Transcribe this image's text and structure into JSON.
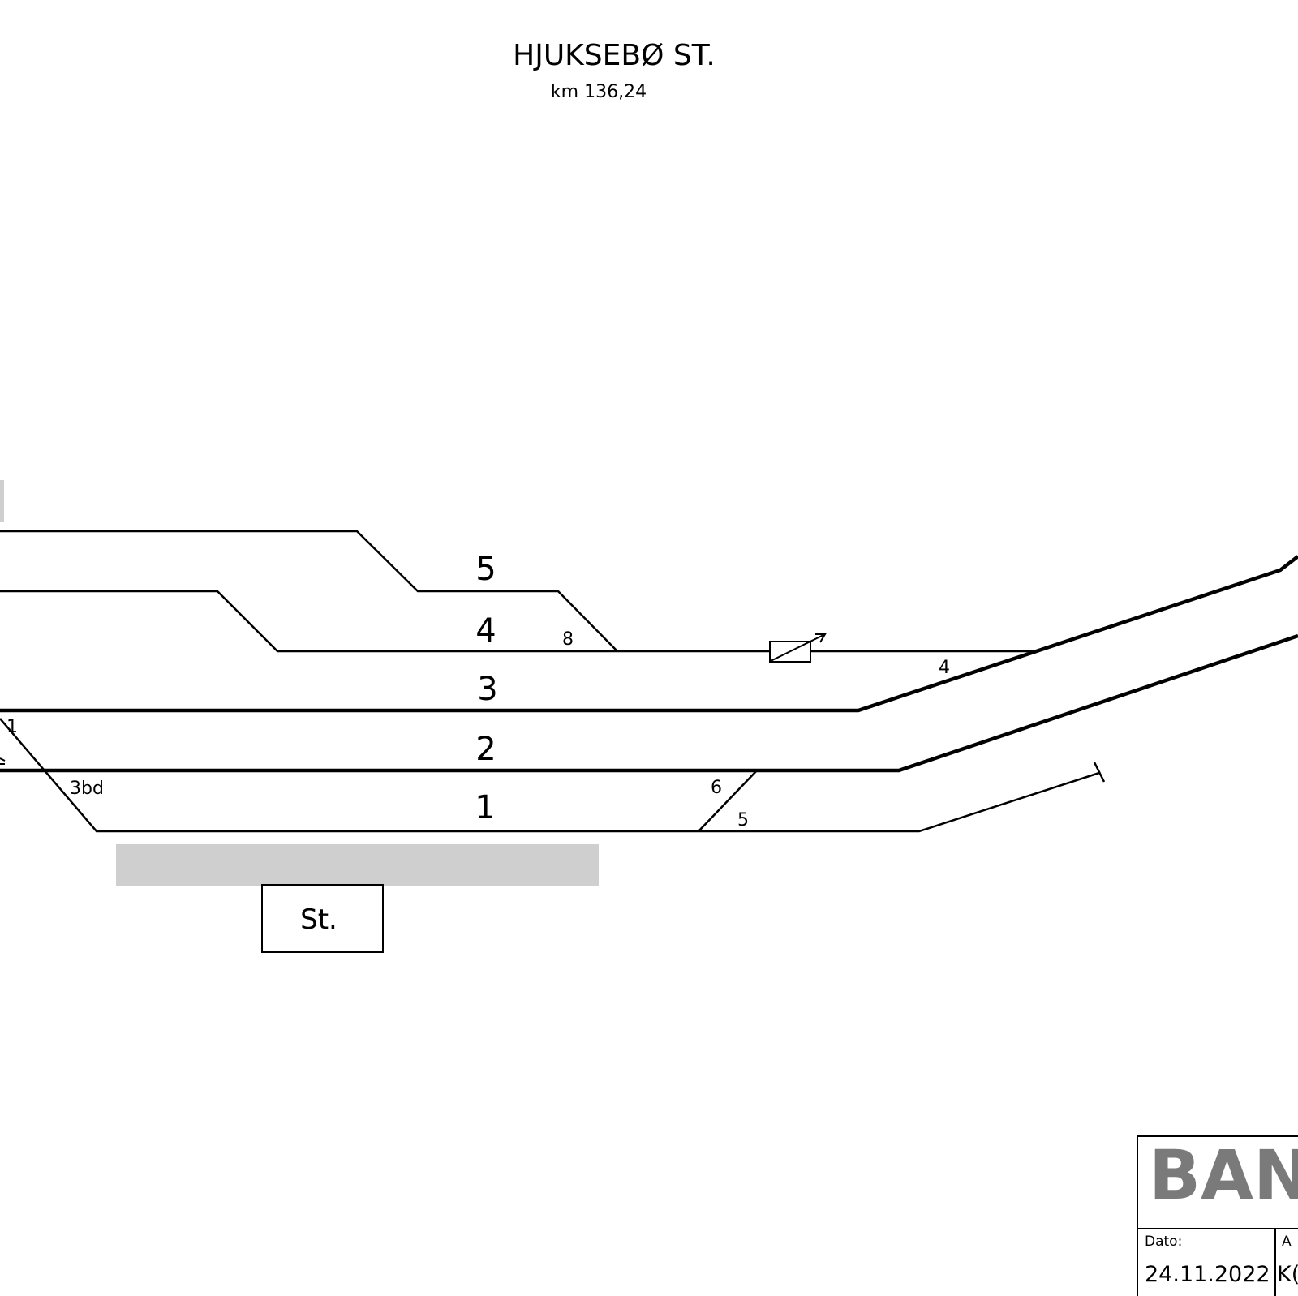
{
  "title": "HJUKSEBØ ST.",
  "km": "km 136,24",
  "tracks": [
    {
      "id": "5",
      "label": "5"
    },
    {
      "id": "4",
      "label": "4"
    },
    {
      "id": "3",
      "label": "3"
    },
    {
      "id": "2",
      "label": "2"
    },
    {
      "id": "1",
      "label": "1"
    }
  ],
  "switches": [
    {
      "id": "8",
      "label": "8"
    },
    {
      "id": "4",
      "label": "4"
    },
    {
      "id": "1",
      "label": "1"
    },
    {
      "id": "3bd",
      "label": "3bd"
    },
    {
      "id": "6",
      "label": "6"
    },
    {
      "id": "5",
      "label": "5"
    }
  ],
  "building": {
    "label": "St."
  },
  "title_block": {
    "logo_text": "BAN",
    "date_label": "Dato:",
    "date_value": "24.11.2022",
    "cut_label": "A",
    "cut_value": "K("
  }
}
